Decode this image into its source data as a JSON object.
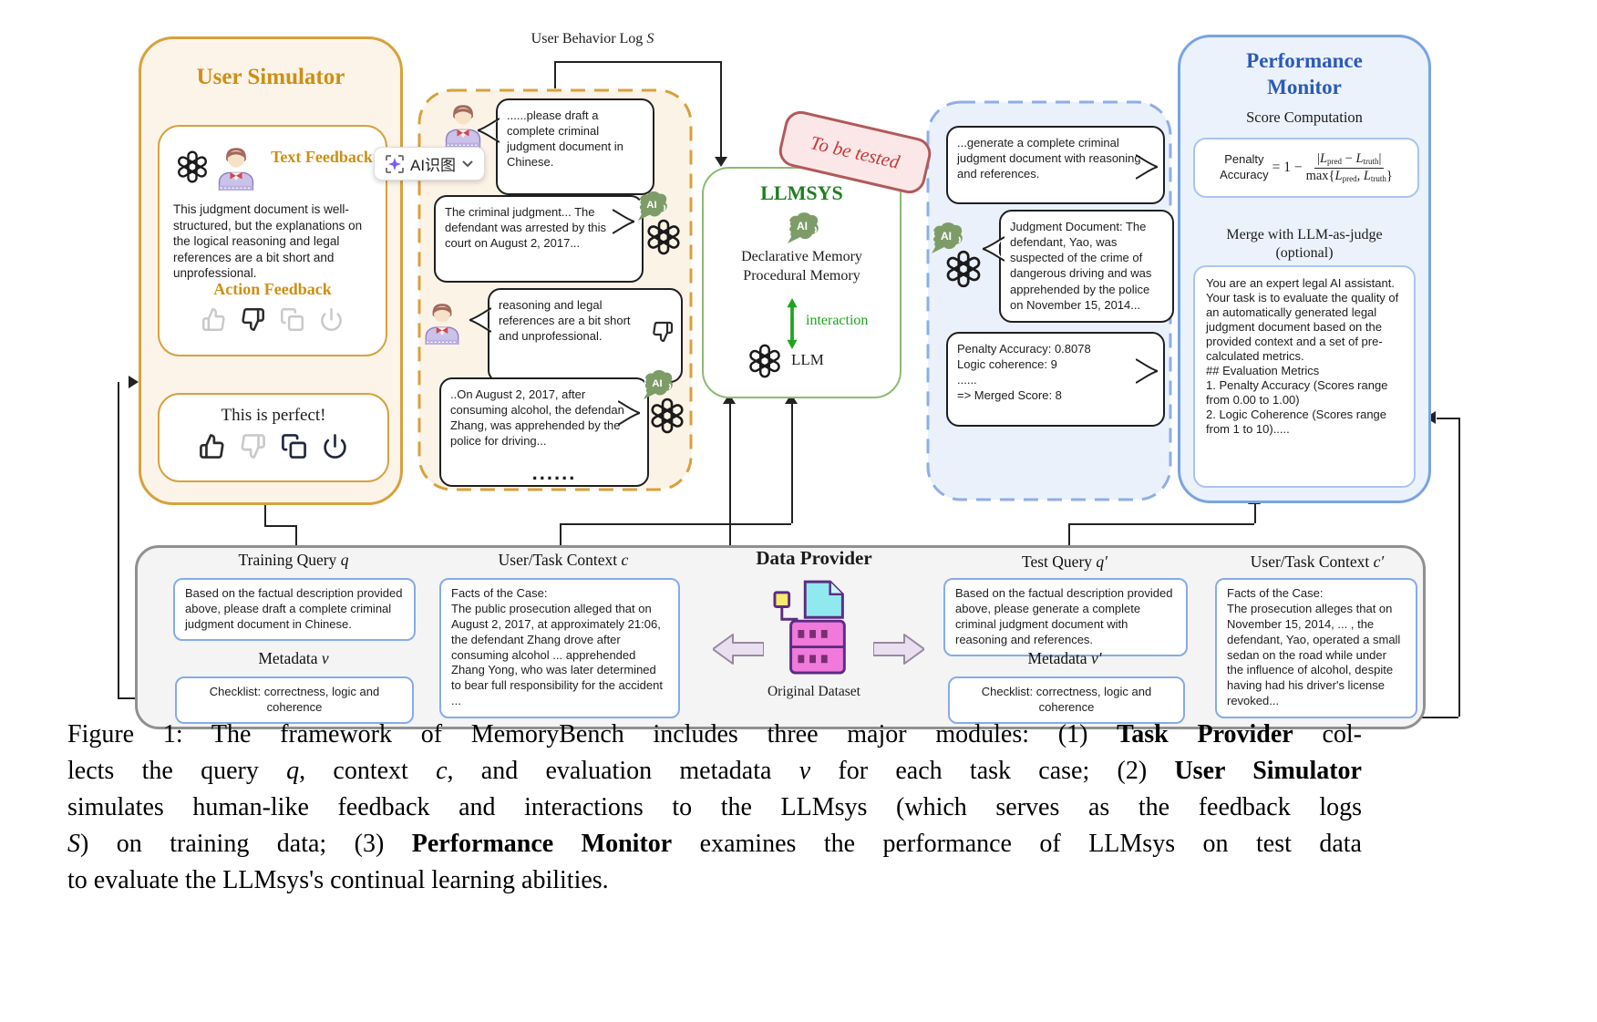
{
  "overlay": {
    "ai_label": "AI识图"
  },
  "user_simulator": {
    "title": "User Simulator",
    "text_feedback_label": "Text Feedback",
    "card1_body": "This judgment document is well-structured, but the explanations on the logical reasoning and legal references are a bit short and unprofessional.",
    "action_feedback_label": "Action Feedback",
    "card2_text": "This is perfect!"
  },
  "behavior_log": {
    "text": "User Behavior Log ",
    "var": "S"
  },
  "training_chat": {
    "bubble1": "......please draft a complete criminal judgment document in Chinese.",
    "bubble2": "The criminal judgment... The defendant was arrested by this court on August 2, 2017...",
    "bubble3": "reasoning and legal references are a bit short and unprofessional.",
    "bubble4": "..On August 2, 2017, after consuming alcohol, the defendant, Zhang, was apprehended by the police for driving...",
    "ellipsis": "......"
  },
  "llmsys": {
    "stamp": "To be tested",
    "title": "LLMSYS",
    "memory1": "Declarative Memory",
    "memory2": "Procedural Memory",
    "interaction": "interaction",
    "llm": "LLM"
  },
  "test_chat": {
    "bubble1": "...generate a complete criminal judgment document with reasoning and references.",
    "bubble2": "Judgment Document: The defendant, Yao, was suspected of the crime of dangerous driving and was apprehended by the police on November 15, 2014...",
    "bubble3_lines": [
      "Penalty Accuracy: 0.8078",
      "Logic coherence: 9",
      "......",
      "=> Merged Score: 8"
    ]
  },
  "performance_monitor": {
    "title_line1": "Performance",
    "title_line2": "Monitor",
    "score_computation": "Score Computation",
    "formula": {
      "lhs1": "Penalty",
      "lhs2": "Accuracy",
      "eq": "= 1 −",
      "num": [
        {
          "t": "|"
        },
        {
          "t": "L",
          "s": "i"
        },
        {
          "t": "pred",
          "s": "sub"
        },
        {
          "t": " − "
        },
        {
          "t": "L",
          "s": "i"
        },
        {
          "t": "truth",
          "s": "sub"
        },
        {
          "t": "|"
        }
      ],
      "den": [
        {
          "t": "max{"
        },
        {
          "t": "L",
          "s": "i"
        },
        {
          "t": "pred",
          "s": "sub"
        },
        {
          "t": ", "
        },
        {
          "t": "L",
          "s": "i"
        },
        {
          "t": "truth",
          "s": "sub"
        },
        {
          "t": "}"
        }
      ]
    },
    "merge1": "Merge with LLM-as-judge",
    "merge2": "(optional)",
    "prompt": [
      "You are an expert legal AI assistant. Your task is to evaluate the quality of an automatically generated legal judgment document based on the provided context and a set of pre-calculated metrics.",
      "## Evaluation Metrics",
      "1. Penalty Accuracy (Scores range from 0.00 to 1.00)",
      "2. Logic Coherence (Scores range from 1 to 10)....."
    ]
  },
  "data_provider": {
    "title": "Data Provider",
    "dataset_label": "Original Dataset",
    "training_query_label": {
      "text": "Training Query ",
      "var": "q"
    },
    "training_query_text": "Based on the factual description provided above, please draft a complete criminal judgment document in Chinese.",
    "metadata_label": {
      "text": "Metadata ",
      "var": "v"
    },
    "metadata_text": "Checklist: correctness, logic and coherence",
    "context_label": {
      "text": "User/Task Context ",
      "var": "c"
    },
    "context_text": "Facts of the Case:\nThe public prosecution alleged that on August 2, 2017, at approximately 21:06, the defendant Zhang drove after consuming alcohol ... apprehended Zhang Yong, who was later determined to bear full responsibility for the accident ...",
    "test_query_label": {
      "text": "Test Query ",
      "var": "q′"
    },
    "test_query_text": "Based on the factual description provided above, please generate a complete criminal judgment document with reasoning and references.",
    "metadata2_label": {
      "text": "Metadata ",
      "var": "v′"
    },
    "metadata2_text": "Checklist: correctness, logic and coherence",
    "context2_label": {
      "text": "User/Task Context ",
      "var": "c′"
    },
    "context2_text": "Facts of the Case:\nThe prosecution alleges that on November 15, 2014, ... , the defendant, Yao, operated a small sedan on the road while under the influence of alcohol, despite having had his driver's license revoked..."
  },
  "caption": {
    "lines": [
      [
        {
          "t": "Figure 1: The framework of MemoryBench includes three major modules: (1) "
        },
        {
          "t": "Task Provider",
          "s": "b"
        },
        {
          "t": " col-"
        }
      ],
      [
        {
          "t": "lects the query "
        },
        {
          "t": "q",
          "s": "i"
        },
        {
          "t": ", context "
        },
        {
          "t": "c",
          "s": "i"
        },
        {
          "t": ", and evaluation metadata "
        },
        {
          "t": "v",
          "s": "i"
        },
        {
          "t": " for each task case; (2) "
        },
        {
          "t": "User Simulator",
          "s": "b"
        }
      ],
      [
        {
          "t": "simulates human-like feedback and interactions to the LLMsys (which serves as the feedback logs"
        }
      ],
      [
        {
          "t": "S",
          "s": "i"
        },
        {
          "t": ") on training data; (3) "
        },
        {
          "t": "Performance Monitor",
          "s": "b"
        },
        {
          "t": " examines the performance of LLMsys on test data"
        }
      ],
      [
        {
          "t": "to evaluate the LLMsys's continual learning abilities."
        }
      ]
    ]
  },
  "colors": {
    "gold": "#D8A13B",
    "green": "#1E7E1E",
    "blue": "#2B5AB8",
    "red": "#C23B3B"
  }
}
